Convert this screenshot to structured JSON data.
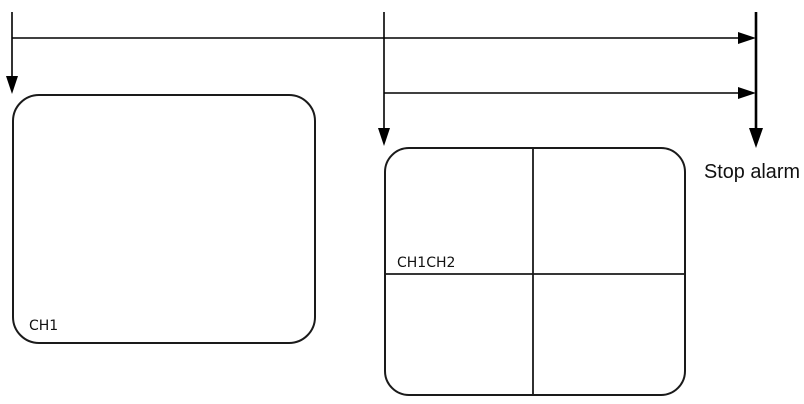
{
  "diagram": {
    "screen_single_label": "CH1",
    "screen_quad_label": "CH1CH2",
    "stop_label": "Stop alarm",
    "line_color": "#000000",
    "screen_border_color": "#1a1a1a",
    "background_color": "#ffffff"
  }
}
